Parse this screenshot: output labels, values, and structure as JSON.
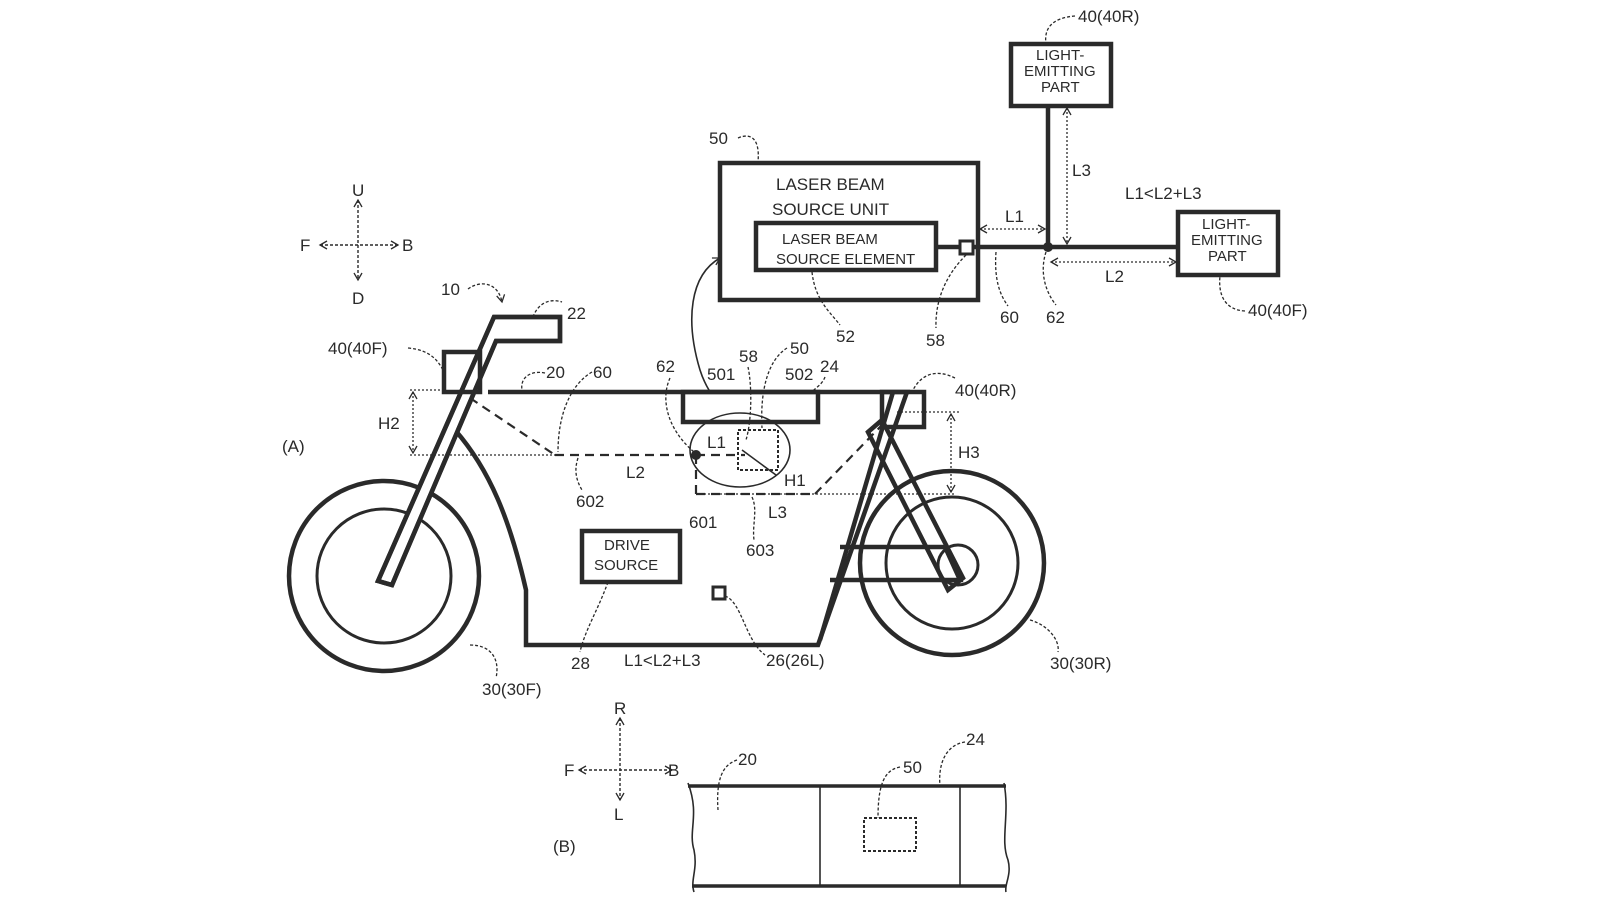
{
  "figure": {
    "panel_a_label": "(A)",
    "panel_b_label": "(B)",
    "colors": {
      "ink": "#2a2a2a",
      "paper": "#ffffff"
    }
  },
  "compass_ud": {
    "up": "U",
    "down": "D",
    "front": "F",
    "back": "B"
  },
  "compass_rl": {
    "right": "R",
    "left": "L",
    "front": "F",
    "back": "B"
  },
  "inset": {
    "unit_ref": "50",
    "unit_title_line1": "LASER BEAM",
    "unit_title_line2": "SOURCE UNIT",
    "element_line1": "LASER BEAM",
    "element_line2": "SOURCE ELEMENT",
    "element_ref": "52",
    "port_ref": "58",
    "fiber_ref": "60",
    "splitter_ref": "62",
    "rear_part": {
      "ref": "40(40R)",
      "line1": "LIGHT-",
      "line2": "EMITTING",
      "line3": "PART"
    },
    "front_part": {
      "ref": "40(40F)",
      "line1": "LIGHT-",
      "line2": "EMITTING",
      "line3": "PART"
    },
    "dim_l1": "L1",
    "dim_l2": "L2",
    "dim_l3": "L3",
    "relation": "L1<L2+L3"
  },
  "vehicle": {
    "vehicle_ref": "10",
    "body_ref": "20",
    "handle_ref": "22",
    "seat_ref": "24",
    "front_light_ref": "40(40F)",
    "rear_light_ref": "40(40R)",
    "fiber_ref": "60",
    "splitter_ref": "62",
    "unit_ref": "50",
    "port_ref": "58",
    "unit_front_ref": "501",
    "unit_rear_ref": "502",
    "branch_ref_601": "601",
    "branch_ref_602": "602",
    "branch_ref_603": "603",
    "dim_h1": "H1",
    "dim_h2": "H2",
    "dim_h3": "H3",
    "dim_l1": "L1",
    "dim_l2": "L2",
    "dim_l3": "L3",
    "drive_line1": "DRIVE",
    "drive_line2": "SOURCE",
    "drive_ref": "28",
    "sensor_ref": "26(26L)",
    "front_wheel_ref": "30(30F)",
    "rear_wheel_ref": "30(30R)",
    "relation": "L1<L2+L3"
  },
  "top_view": {
    "body_ref": "20",
    "seat_ref": "24",
    "unit_ref": "50"
  }
}
